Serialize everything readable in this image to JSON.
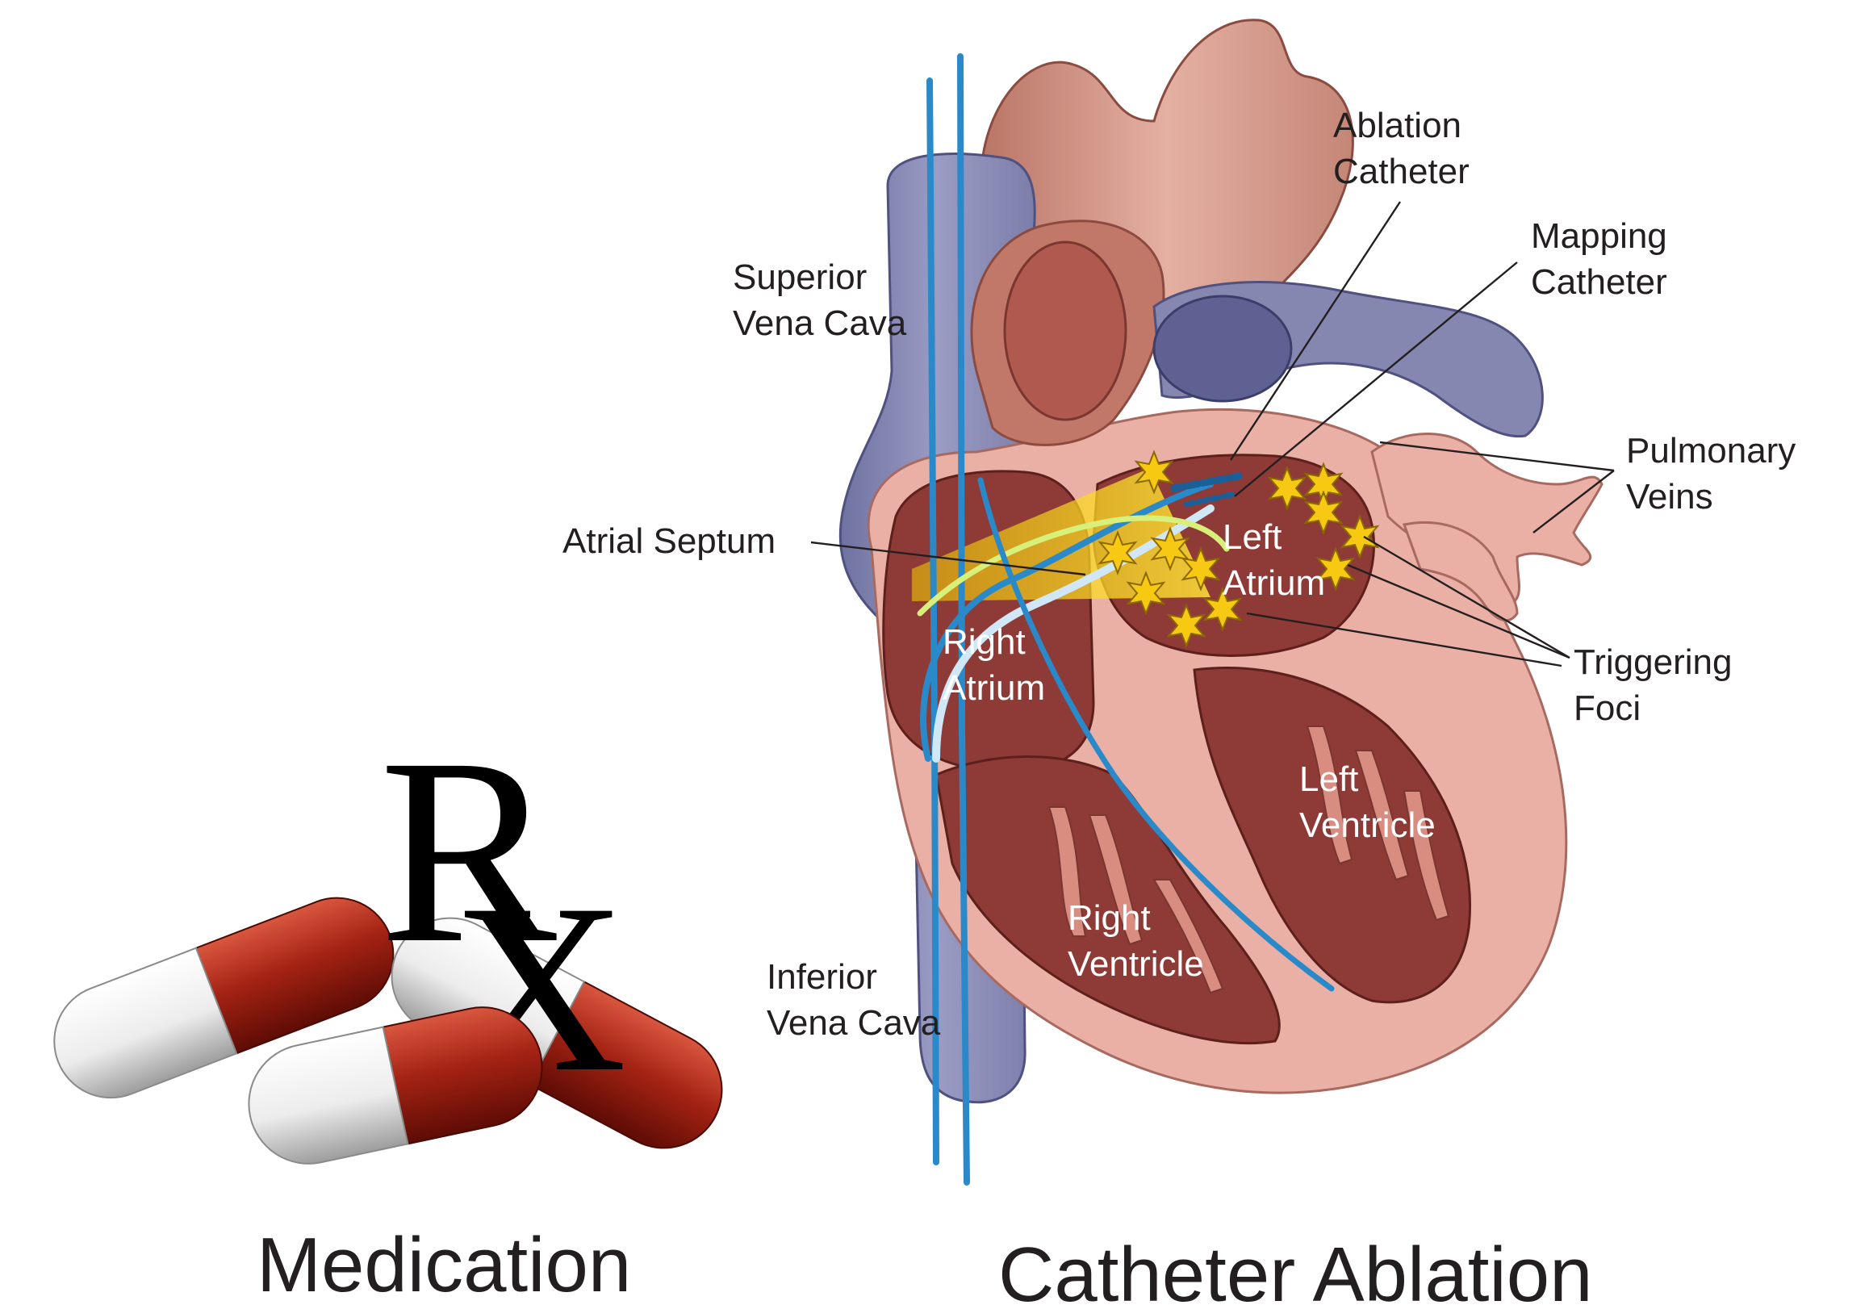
{
  "captions": {
    "medication": "Medication",
    "ablation": "Catheter Ablation"
  },
  "rx_symbol": {
    "r": "R",
    "x": "X"
  },
  "labels": {
    "ablation_catheter": [
      "Ablation",
      "Catheter"
    ],
    "mapping_catheter": [
      "Mapping",
      "Catheter"
    ],
    "superior_vena_cava": [
      "Superior",
      "Vena Cava"
    ],
    "pulmonary_veins": [
      "Pulmonary",
      "Veins"
    ],
    "atrial_septum": "Atrial Septum",
    "left_atrium": [
      "Left",
      "Atrium"
    ],
    "right_atrium": [
      "Right",
      "Atrium"
    ],
    "triggering_foci": [
      "Triggering",
      "Foci"
    ],
    "left_ventricle": [
      "Left",
      "Ventricle"
    ],
    "right_ventricle": [
      "Right",
      "Ventricle"
    ],
    "inferior_vena_cava": [
      "Inferior",
      "Vena Cava"
    ]
  },
  "colors": {
    "heart_wall": "#eab0a6",
    "chamber": "#8e3a36",
    "aorta": "#c98778",
    "vena_cava": "#8587b0",
    "catheter": "#2a8ac9",
    "ablation_zone": "#f2cd00",
    "pill_red": "#a52314",
    "pill_white": "#f2f2f2"
  },
  "icons": [
    "star-burst-icon",
    "capsule-pill-icon",
    "rx-symbol-icon"
  ]
}
